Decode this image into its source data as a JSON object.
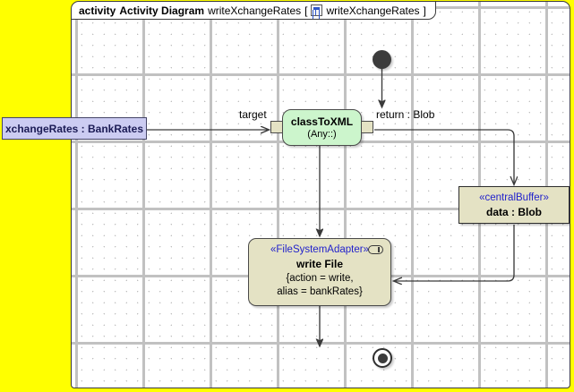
{
  "canvas": {
    "background_color": "#ffff00",
    "frame_background": "#ffffff",
    "grid": "dotted"
  },
  "frame": {
    "keyword": "activity",
    "type_label": "Activity Diagram",
    "name": "writeXchangeRates",
    "bracket_open": "[",
    "bracket_close": "]",
    "icon": "activity-diagram-icon",
    "icon_name": "writeXchangeRates"
  },
  "nodes": {
    "parameter_node": {
      "label": "xchangeRates : BankRates",
      "fill": "#ccccf2",
      "text_color": "#1b1b55"
    },
    "initial_node": {
      "name": "initial-node",
      "fill": "#3c3c3c"
    },
    "final_node": {
      "name": "activity-final-node",
      "fill": "#3c3c3c"
    },
    "class_to_xml": {
      "name": "classToXML",
      "signature": "(Any::)",
      "fill": "#ccf5cc",
      "input_pin": "target",
      "output_pin": "return : Blob"
    },
    "central_buffer": {
      "stereotype": "«centralBuffer»",
      "label": "data : Blob",
      "fill": "#e4e2c4",
      "stereotype_color": "#2222cc"
    },
    "write_file": {
      "stereotype": "«FileSystemAdapter»",
      "name": "write File",
      "property_line_1": "{action = write,",
      "property_line_2": "alias = bankRates}",
      "fill": "#e4e2c4",
      "stereotype_color": "#2222cc",
      "icon": "rake-icon"
    }
  },
  "edges": {
    "target_label": "target",
    "return_label": "return : Blob"
  }
}
